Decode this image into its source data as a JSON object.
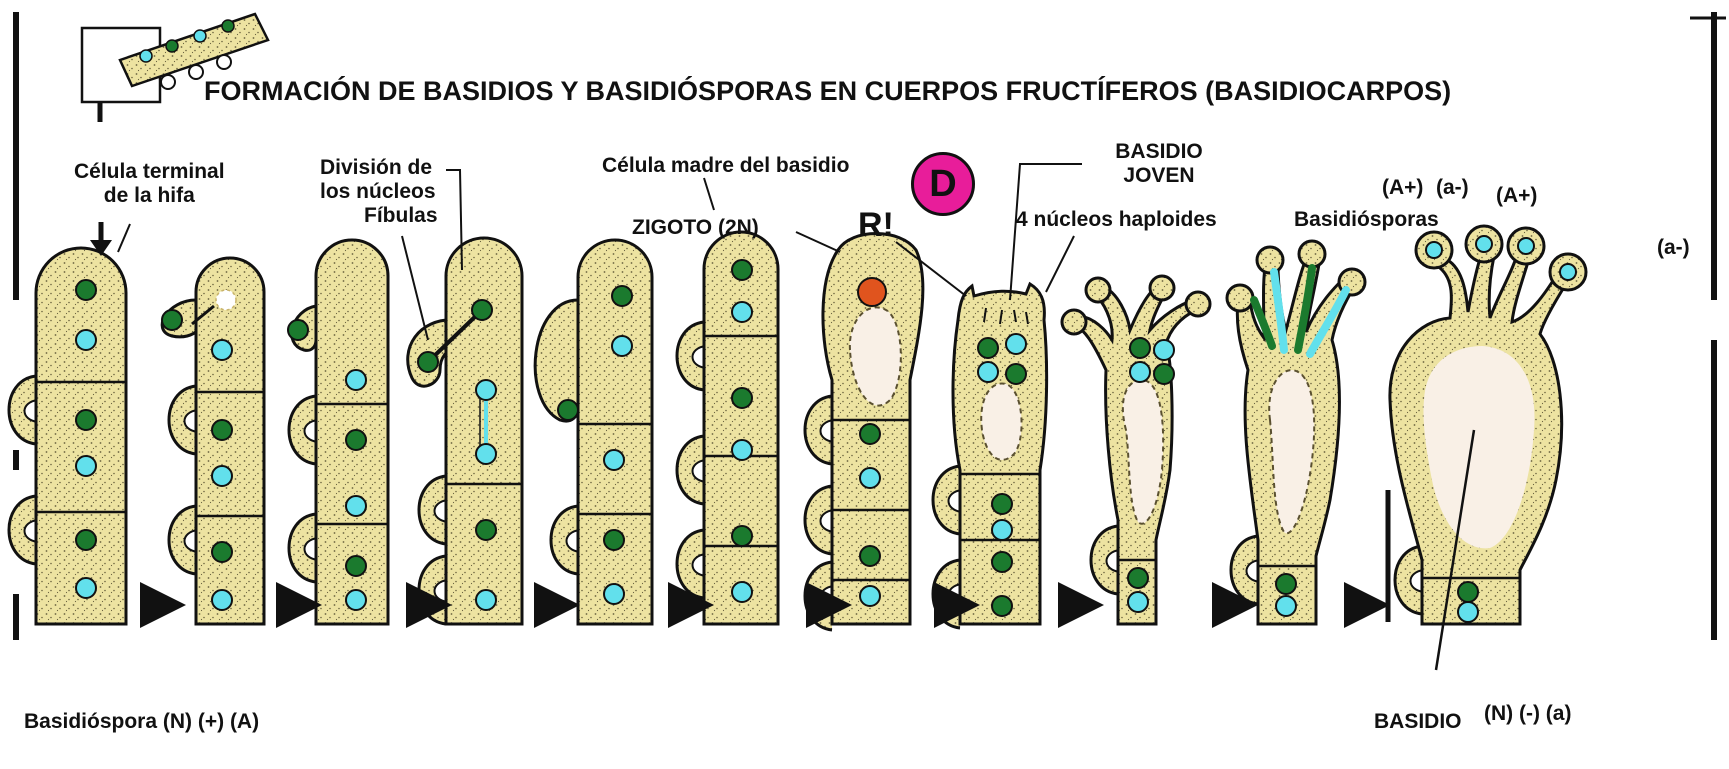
{
  "title": "FORMACIÓN DE BASIDIOS Y BASIDIÓSPORAS EN CUERPOS FRUCTÍFEROS (BASIDIOCARPOS)",
  "labels": {
    "terminal_cell_line1": "Célula terminal",
    "terminal_cell_line2": "de la hifa",
    "division_line1": "División de",
    "division_line2": "los núcleos",
    "fibulas": "Fíbulas",
    "mother_cell": "Célula madre del  basidio",
    "zygote": "ZIGOTO (2N)",
    "r_mark": "R!",
    "d_badge": "D",
    "young_basidium_line1": "BASIDIO",
    "young_basidium_line2": "JOVEN",
    "haploid_nuclei": "4 núcleos haploides",
    "basidiospores": "Basidiósporas",
    "spore_a_plus_1": "(A+)",
    "spore_a_minus_1": "(a-)",
    "spore_a_plus_2": "(A+)",
    "spore_a_minus_2": "(a-)",
    "basidiospore_bottom": "Basidióspora (N) (+) (A)",
    "basidio_bottom": "BASIDIO",
    "basidio_bottom_ploidy": "(N) (-) (a)"
  },
  "colors": {
    "cytoplasm": "#ede3a1",
    "stipple": "#6b6440",
    "nucleus_green": "#1b7a2e",
    "nucleus_cyan": "#62e0ec",
    "nucleus_zygote": "#e0541e",
    "vacuole": "#f9f0e6",
    "badge": "#e81d9a",
    "outline": "#111111"
  }
}
